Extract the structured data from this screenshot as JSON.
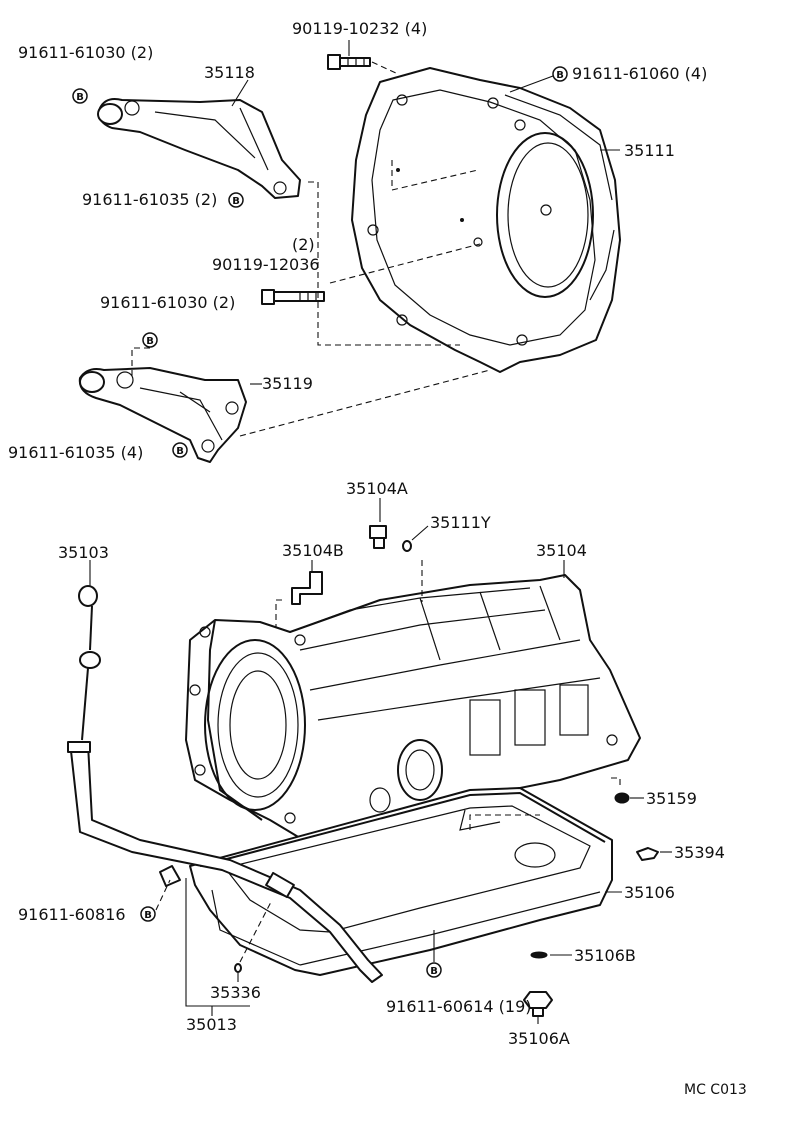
{
  "labels": {
    "p91611_61030_top": "91611-61030 (2)",
    "p35118": "35118",
    "p91611_61035_top": "91611-61035 (2)",
    "p90119_10232": "90119-10232 (4)",
    "p91611_61060": "91611-61060 (4)",
    "p35111": "35111",
    "p90119_12036_qty": "(2)",
    "p90119_12036": "90119-12036",
    "p91611_61030_mid": "91611-61030 (2)",
    "p35119": "35119",
    "p91611_61035_bot": "91611-61035 (4)",
    "p35104A": "35104A",
    "p35111Y": "35111Y",
    "p35103": "35103",
    "p35104B": "35104B",
    "p35104": "35104",
    "p35159": "35159",
    "p35394": "35394",
    "p35106": "35106",
    "p91611_60816": "91611-60816",
    "p35106B": "35106B",
    "p35336": "35336",
    "p91611_60614": "91611-60614 (19)",
    "p35013": "35013",
    "p35106A": "35106A",
    "code": "MC C013",
    "bolt_marker": "B"
  }
}
